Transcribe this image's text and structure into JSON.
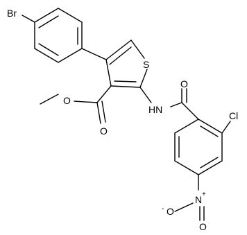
{
  "diagram": {
    "type": "chemical-structure",
    "atom_labels": {
      "bromine": "Br",
      "sulfur": "S",
      "oxygen_ester_carbonyl": "O",
      "oxygen_ester_methoxy": "O",
      "amide_nitrogen": "HN",
      "oxygen_amide": "O",
      "chlorine": "Cl",
      "nitro_nitrogen": "N",
      "nitro_nitrogen_charge": "+",
      "nitro_oxygen_double": "O",
      "nitro_oxygen_anion": "O",
      "nitro_oxygen_anion_charge": "-"
    }
  }
}
